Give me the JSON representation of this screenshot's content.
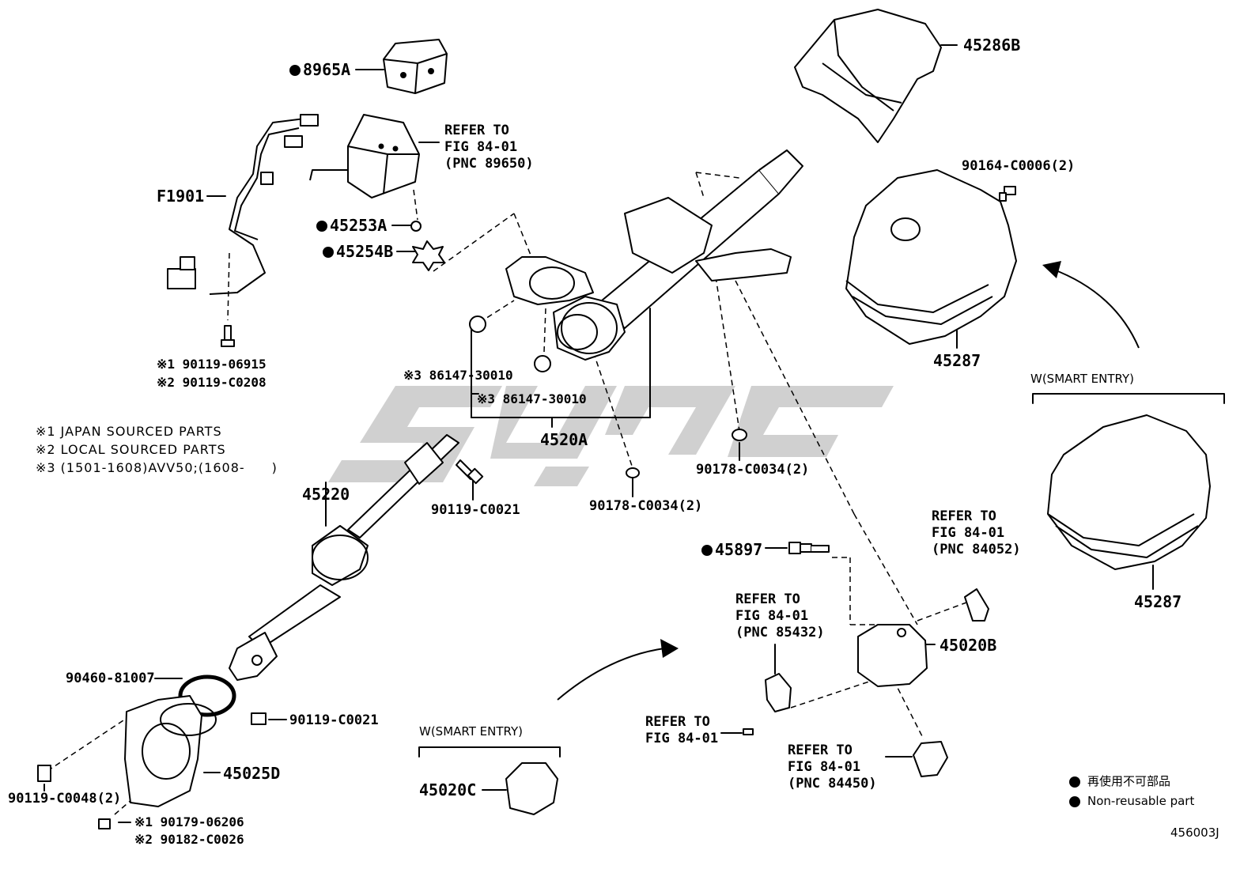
{
  "parts": {
    "p8965A": "8965A",
    "p45286B": "45286B",
    "pF1901": "F1901",
    "refer_89650": [
      "REFER TO",
      "FIG 84-01",
      "(PNC 89650)"
    ],
    "p45253A": "45253A",
    "p45254B": "45254B",
    "p90164": "90164-C0006(2)",
    "p45287_top": "45287",
    "p90119_06915": "※1 90119-06915",
    "p90119_C0208": "※2 90119-C0208",
    "p86147_a": "※3 86147-30010",
    "p86147_b": "※3 86147-30010",
    "p4520A": "4520A",
    "p45220": "45220",
    "p90119_C0021_a": "90119-C0021",
    "p90178_a": "90178-C0034(2)",
    "p90178_b": "90178-C0034(2)",
    "smart_entry_right": "W(SMART ENTRY)",
    "p45287_right": "45287",
    "refer_84052": [
      "REFER TO",
      "FIG 84-01",
      "(PNC 84052)"
    ],
    "p45897": "45897",
    "refer_85432": [
      "REFER TO",
      "FIG 84-01",
      "(PNC 85432)"
    ],
    "p45020B": "45020B",
    "p90460": "90460-81007",
    "p90119_C0021_b": "90119-C0021",
    "refer_fig": [
      "REFER TO",
      "FIG 84-01"
    ],
    "refer_84450": [
      "REFER TO",
      "FIG 84-01",
      "(PNC 84450)"
    ],
    "smart_entry_bottom": "W(SMART ENTRY)",
    "p45020C": "45020C",
    "p45025D": "45025D",
    "p90119_C0048": "90119-C0048(2)",
    "p90179": "※1 90179-06206",
    "p90182": "※2 90182-C0026"
  },
  "notes": {
    "n1": "※1 JAPAN SOURCED PARTS",
    "n2": "※2 LOCAL SOURCED PARTS",
    "n3": "※3 (1501-1608)AVV50;(1608-　　)"
  },
  "legend": {
    "jp": "再使用不可部品",
    "en": "Non-reusable part"
  },
  "figure_code": "456003J",
  "colors": {
    "ink": "#000000",
    "watermark": "#c8c8c8"
  }
}
